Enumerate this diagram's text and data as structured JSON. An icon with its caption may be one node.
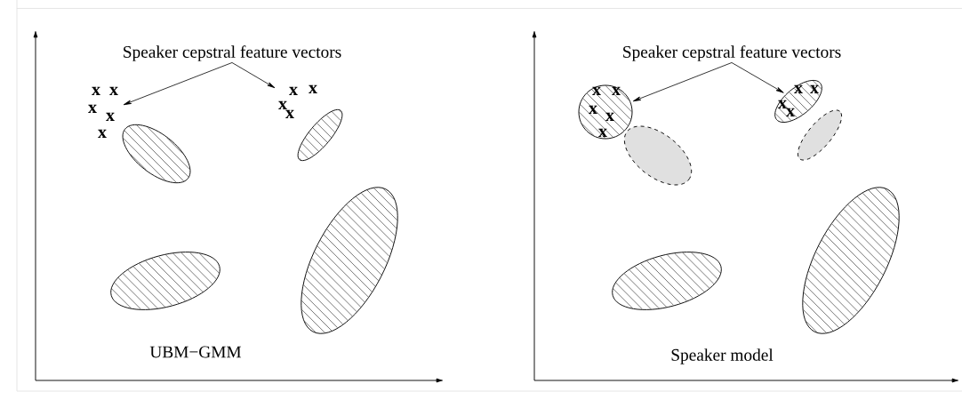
{
  "diagram": {
    "nodes": [
      {
        "text": [
          "Speaker cepstral feature vectors"
        ]
      },
      {
        "text": [
          "x",
          "x",
          "x",
          "x",
          "x"
        ]
      },
      {
        "text": [
          "x",
          "x",
          "x",
          "x"
        ]
      },
      {
        "text": [],
        "shape": "ellipse"
      },
      {
        "text": [],
        "shape": "ellipse"
      },
      {
        "text": [],
        "shape": "ellipse"
      },
      {
        "text": [],
        "shape": "ellipse"
      },
      {
        "text": [
          "Speaker cepstral feature vectors"
        ]
      },
      {
        "text": [
          "x",
          "x",
          "x",
          "x",
          "x"
        ]
      },
      {
        "text": [
          "x",
          "x",
          "x",
          "x"
        ]
      },
      {
        "text": [],
        "shape": "ellipse"
      },
      {
        "text": [],
        "shape": "ellipse"
      },
      {
        "text": [],
        "shape": "ellipse"
      },
      {
        "text": [],
        "shape": "ellipse"
      }
    ],
    "edges": [
      {
        "from": 0,
        "to": 1,
        "arrow": "to"
      },
      {
        "from": 0,
        "to": 2,
        "arrow": "to"
      },
      {
        "from": 7,
        "to": 8,
        "arrow": "to"
      },
      {
        "from": 7,
        "to": 9,
        "arrow": "to"
      }
    ],
    "labels": [
      "UBM−GMM",
      "Speaker model"
    ]
  }
}
